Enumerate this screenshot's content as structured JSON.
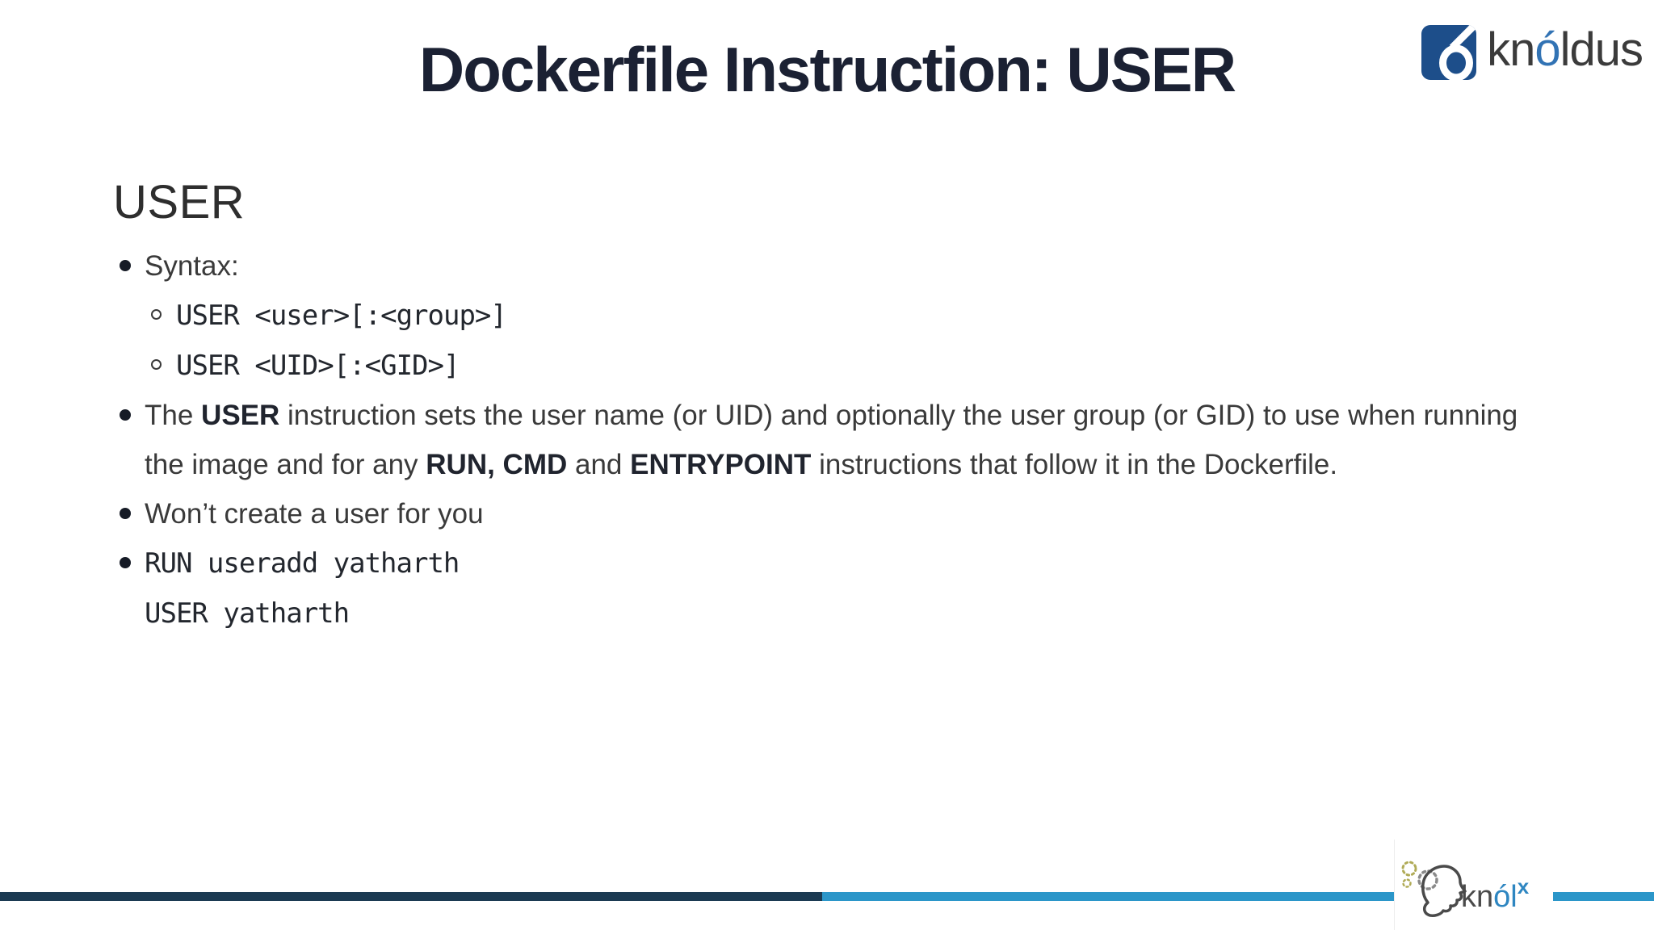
{
  "slide": {
    "title": "Dockerfile Instruction: USER",
    "section_heading": "USER"
  },
  "header_logo": {
    "brand": "knoldus",
    "text_pre": "kn",
    "text_accent": "ó",
    "text_post": "ldus"
  },
  "bullets": [
    {
      "level": 1,
      "marker": "disc",
      "segments": [
        {
          "text": "Syntax:"
        }
      ]
    },
    {
      "level": 2,
      "marker": "circle",
      "segments": [
        {
          "text": "USER <user>[:<group>]",
          "mono": true
        }
      ]
    },
    {
      "level": 2,
      "marker": "circle",
      "segments": [
        {
          "text": "USER <UID>[:<GID>]",
          "mono": true
        }
      ]
    },
    {
      "level": 1,
      "marker": "disc",
      "segments": [
        {
          "text": "The "
        },
        {
          "text": "USER",
          "bold": true
        },
        {
          "text": " instruction sets the user name (or UID) and optionally the user group (or GID) to use when running"
        },
        {
          "br": true
        },
        {
          "text": "the image and for any "
        },
        {
          "text": "RUN, CMD",
          "bold": true
        },
        {
          "text": " and "
        },
        {
          "text": "ENTRYPOINT",
          "bold": true
        },
        {
          "text": " instructions that follow it in the Dockerfile."
        }
      ]
    },
    {
      "level": 1,
      "marker": "disc",
      "segments": [
        {
          "text": "Won’t create a user for you"
        }
      ]
    },
    {
      "level": 1,
      "marker": "disc",
      "segments": [
        {
          "text": "RUN useradd yatharth",
          "mono": true
        }
      ]
    },
    {
      "level": 1,
      "marker": "none",
      "segments": [
        {
          "text": "USER yatharth",
          "mono": true
        }
      ]
    }
  ],
  "footer": {
    "knolx": {
      "text_pre": "kn",
      "text_accent": "ól",
      "text_sup": "x"
    }
  },
  "colors": {
    "title": "#1b2133",
    "body_text": "#3a3a3a",
    "mono_text": "#23272e",
    "knoldus_blue": "#1d4e8a",
    "knoldus_accent": "#3273b4",
    "bar_dark": "#1b3a52",
    "bar_blue": "#2b96c9",
    "knolx_blue": "#2e86c1",
    "gear_olive": "#b0ab57",
    "gear_gray": "#8a8a8a",
    "head_outline": "#4a4a4a"
  }
}
